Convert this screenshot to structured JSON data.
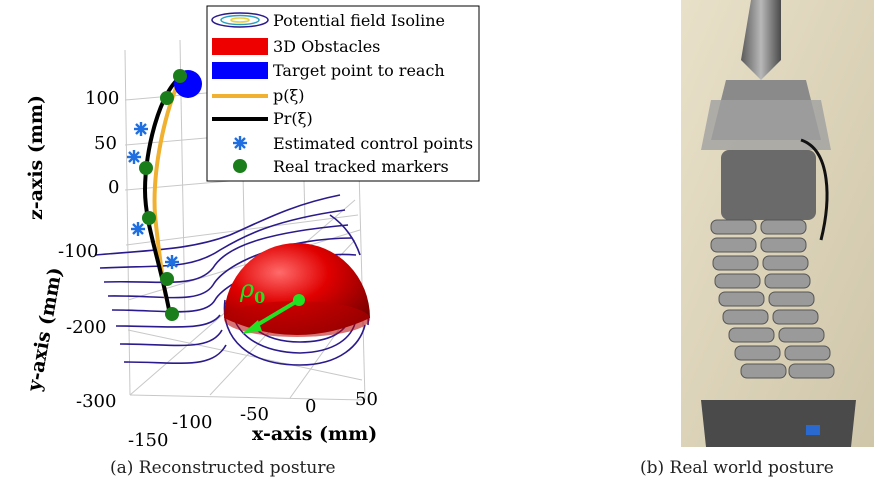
{
  "figure": {
    "panel_a": {
      "caption": "(a) Reconstructed posture",
      "legend": [
        {
          "label": "Potential field Isoline",
          "symbol": "isoline-icon"
        },
        {
          "label": "3D Obstacles",
          "symbol": "red-patch",
          "color": "#ee0000"
        },
        {
          "label": "Target point to reach",
          "symbol": "blue-patch",
          "color": "#0000ff"
        },
        {
          "label": "p(ξ)",
          "symbol": "orange-line",
          "color": "#f0b030"
        },
        {
          "label": "Pr(ξ)",
          "symbol": "black-line",
          "color": "#000000"
        },
        {
          "label": "Estimated control points",
          "symbol": "blue-asterisk",
          "color": "#1f6fe0"
        },
        {
          "label": "Real tracked markers",
          "symbol": "green-dot",
          "color": "#1a7f1a"
        }
      ],
      "axes": {
        "z_label": "z-axis (mm)",
        "y_label": "y-axis (mm)",
        "x_label": "x-axis (mm)",
        "z_ticks": [
          "100",
          "50",
          "0"
        ],
        "y_ticks": [
          "-100",
          "-200",
          "-300"
        ],
        "x_ticks": [
          "-150",
          "-100",
          "-50",
          "0",
          "50"
        ]
      },
      "annotation": {
        "rho": "ρ",
        "subscript": "0"
      }
    },
    "panel_b": {
      "caption": "(b) Real world posture"
    }
  },
  "colors": {
    "isoline": "#2a1a8c",
    "obstacle": "#dd0000",
    "target": "#0000ff",
    "marker": "#1a7f1a",
    "control_point": "#1f6fe0",
    "grid": "#c8c8c8"
  }
}
